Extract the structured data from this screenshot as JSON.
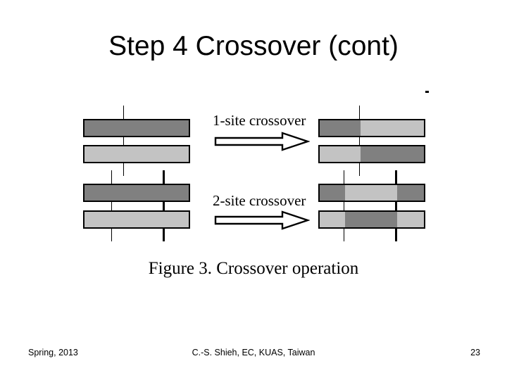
{
  "slide": {
    "title": "Step 4 Crossover (cont)",
    "figure_caption": "Figure 3.  Crossover operation"
  },
  "colors": {
    "dark_gene": "#808080",
    "light_gene": "#c3c3c3",
    "outline": "#000000",
    "background": "#ffffff"
  },
  "diagram": {
    "operations": [
      {
        "id": "one-site",
        "label": "1-site crossover",
        "arrow": "right-block-arrow",
        "crossover_sites": 1,
        "parents": [
          {
            "name": "parent-a",
            "segments": [
              {
                "shade": "dark",
                "width": 150
              }
            ]
          },
          {
            "name": "parent-b",
            "segments": [
              {
                "shade": "light",
                "width": 150
              }
            ]
          }
        ],
        "offspring": [
          {
            "name": "child-a",
            "segments": [
              {
                "shade": "dark",
                "width": 58
              },
              {
                "shade": "light",
                "width": 92
              }
            ]
          },
          {
            "name": "child-b",
            "segments": [
              {
                "shade": "light",
                "width": 58
              },
              {
                "shade": "dark",
                "width": 92
              }
            ]
          }
        ]
      },
      {
        "id": "two-site",
        "label": "2-site crossover",
        "arrow": "right-block-arrow",
        "crossover_sites": 2,
        "parents": [
          {
            "name": "parent-a",
            "segments": [
              {
                "shade": "dark",
                "width": 150
              }
            ]
          },
          {
            "name": "parent-b",
            "segments": [
              {
                "shade": "light",
                "width": 150
              }
            ]
          }
        ],
        "offspring": [
          {
            "name": "child-a",
            "segments": [
              {
                "shade": "dark",
                "width": 36
              },
              {
                "shade": "light",
                "width": 74
              },
              {
                "shade": "dark",
                "width": 40
              }
            ]
          },
          {
            "name": "child-b",
            "segments": [
              {
                "shade": "light",
                "width": 36
              },
              {
                "shade": "dark",
                "width": 74
              },
              {
                "shade": "light",
                "width": 40
              }
            ]
          }
        ]
      }
    ]
  },
  "footer": {
    "term": "Spring, 2013",
    "attribution": "C.-S. Shieh, EC, KUAS, Taiwan",
    "page_number": "23"
  }
}
